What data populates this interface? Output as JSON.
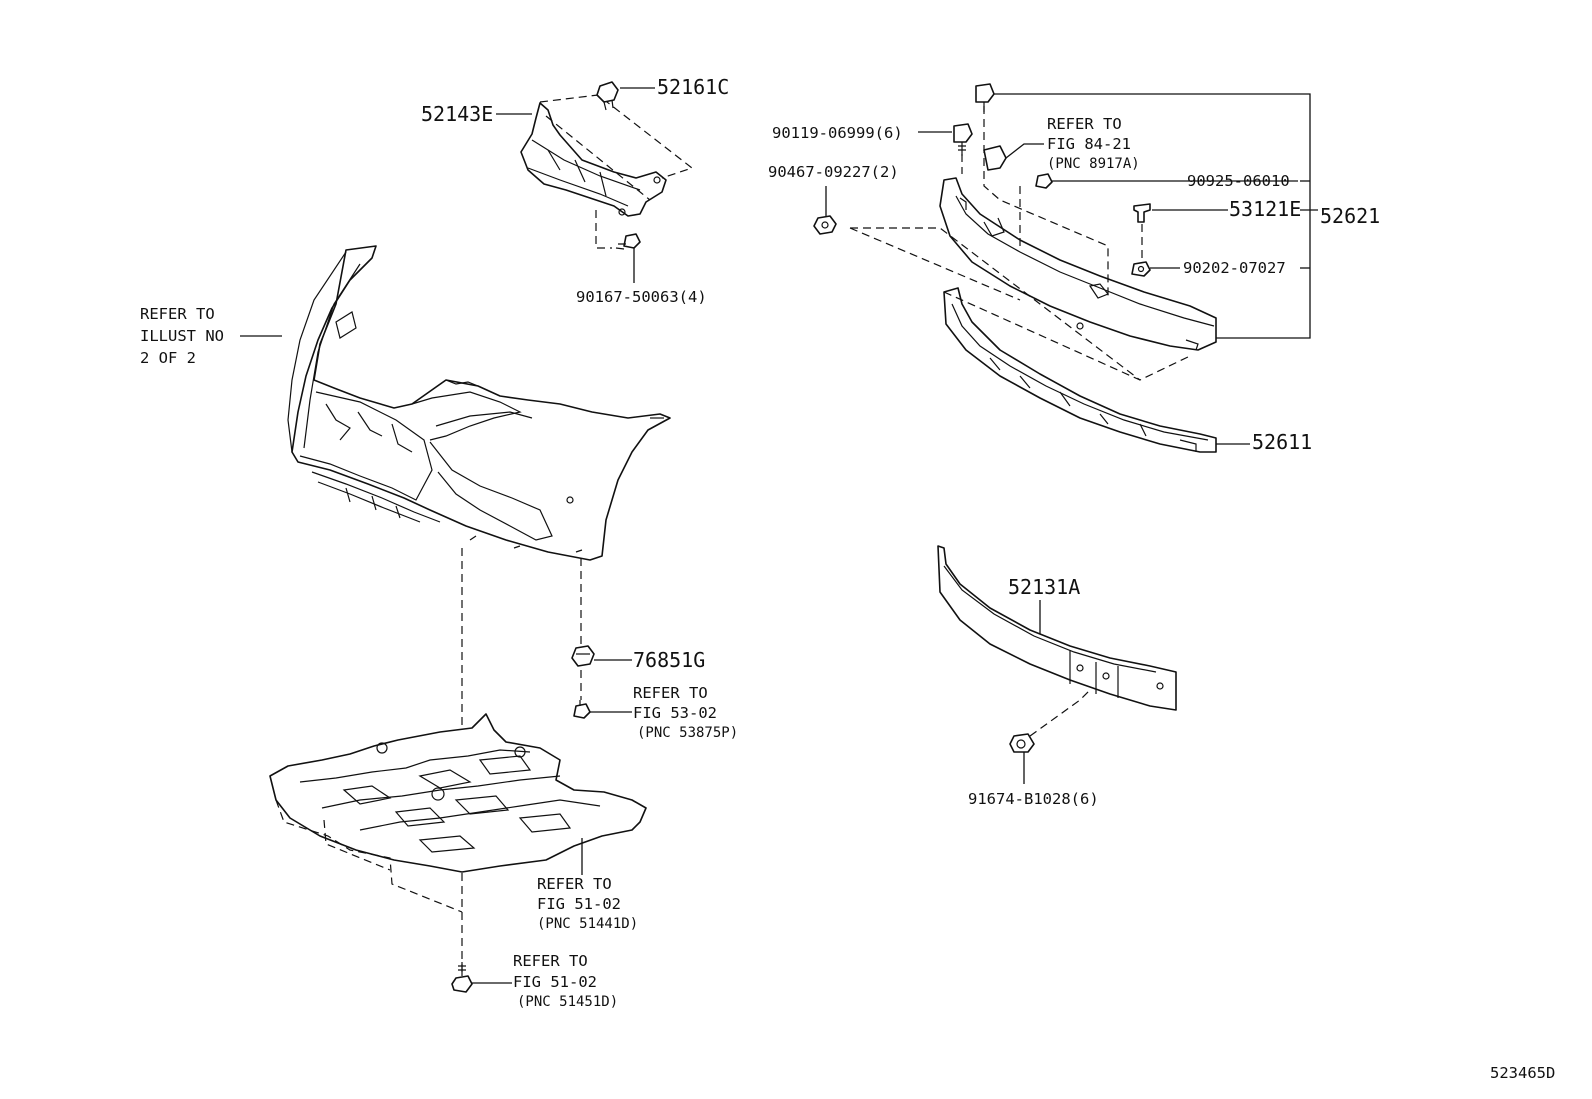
{
  "labels": {
    "p52161c": "52161C",
    "p52143e": "52143E",
    "p90167": "90167-50063(4)",
    "refer_illust": [
      "REFER TO",
      "ILLUST NO",
      "2 OF 2"
    ],
    "p90119": "90119-06999(6)",
    "refer_84": [
      "REFER TO",
      "FIG 84-21",
      "(PNC 8917A)"
    ],
    "p90467": "90467-09227(2)",
    "p90925": "90925-06010",
    "p53121e": "53121E",
    "p52621": "52621",
    "p90202": "90202-07027",
    "p52611": "52611",
    "p52131a": "52131A",
    "p91674": "91674-B1028(6)",
    "p76851g": "76851G",
    "refer_53": [
      "REFER TO",
      "FIG 53-02",
      "(PNC 53875P)"
    ],
    "refer_51_a": [
      "REFER TO",
      "FIG 51-02",
      "(PNC 51441D)"
    ],
    "refer_51_b": [
      "REFER TO",
      "FIG 51-02",
      "(PNC 51451D)"
    ],
    "diagram_id": "523465D"
  },
  "icons": [
    "clip-icon",
    "bolt-icon",
    "screw-icon",
    "nut-icon",
    "retainer-icon"
  ]
}
